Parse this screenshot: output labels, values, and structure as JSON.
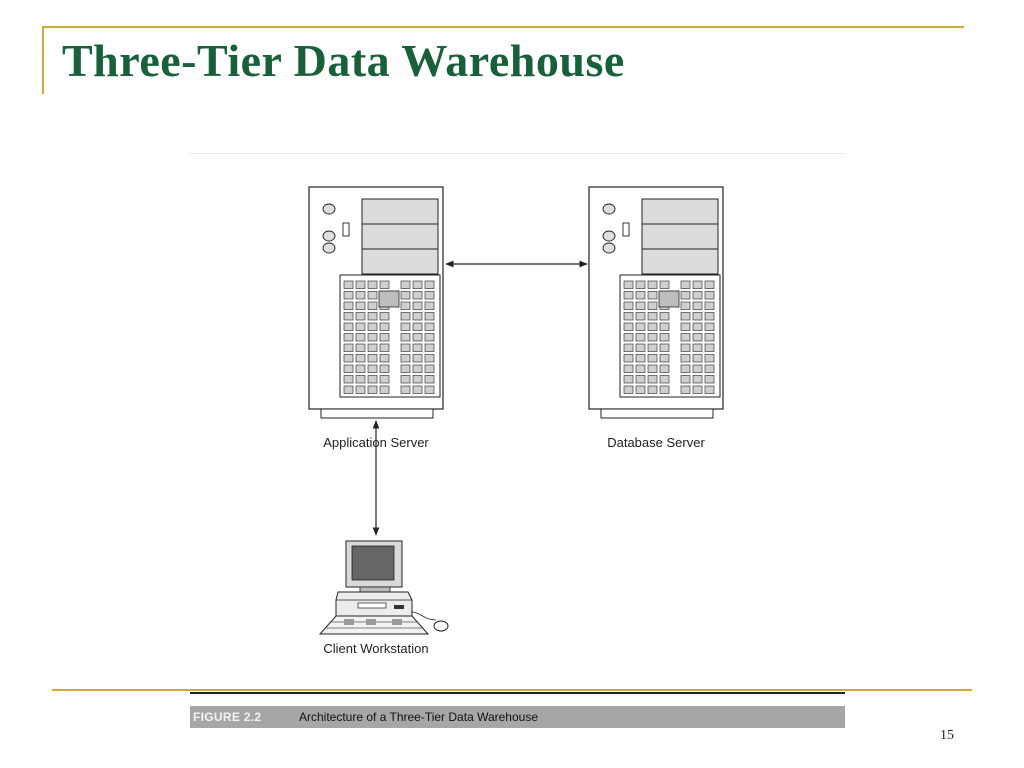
{
  "slide": {
    "title": "Three-Tier Data Warehouse",
    "page_number": "15"
  },
  "diagram": {
    "nodes": {
      "application_server": "Application Server",
      "database_server": "Database Server",
      "client_workstation": "Client Workstation"
    },
    "connections": [
      {
        "from": "application_server",
        "to": "database_server",
        "direction": "both"
      },
      {
        "from": "application_server",
        "to": "client_workstation",
        "direction": "both"
      }
    ]
  },
  "figure": {
    "label": "FIGURE 2.2",
    "caption": "Architecture of a Three-Tier Data Warehouse"
  },
  "colors": {
    "title": "#17603a",
    "accent": "#d4a83a",
    "caption_bar": "#a6a6a6"
  }
}
